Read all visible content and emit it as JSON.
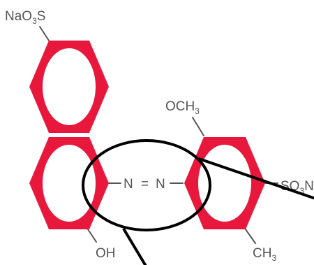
{
  "colors": {
    "ring": "#e8183c",
    "bond": "#555555",
    "text": "#555555",
    "annotation": "#000000"
  },
  "labels": {
    "naoss_prefix": "NaO",
    "naoss_sub": "3",
    "naoss_suffix": "S",
    "azo_n1": "N",
    "azo_eq": "=",
    "azo_n2": "N",
    "och_prefix": "OCH",
    "och_sub": "3",
    "so3_prefix": "SO",
    "so3_sub": "3",
    "so3_suffix": "Na",
    "oh": "OH",
    "ch_prefix": "CH",
    "ch_sub": "3"
  }
}
